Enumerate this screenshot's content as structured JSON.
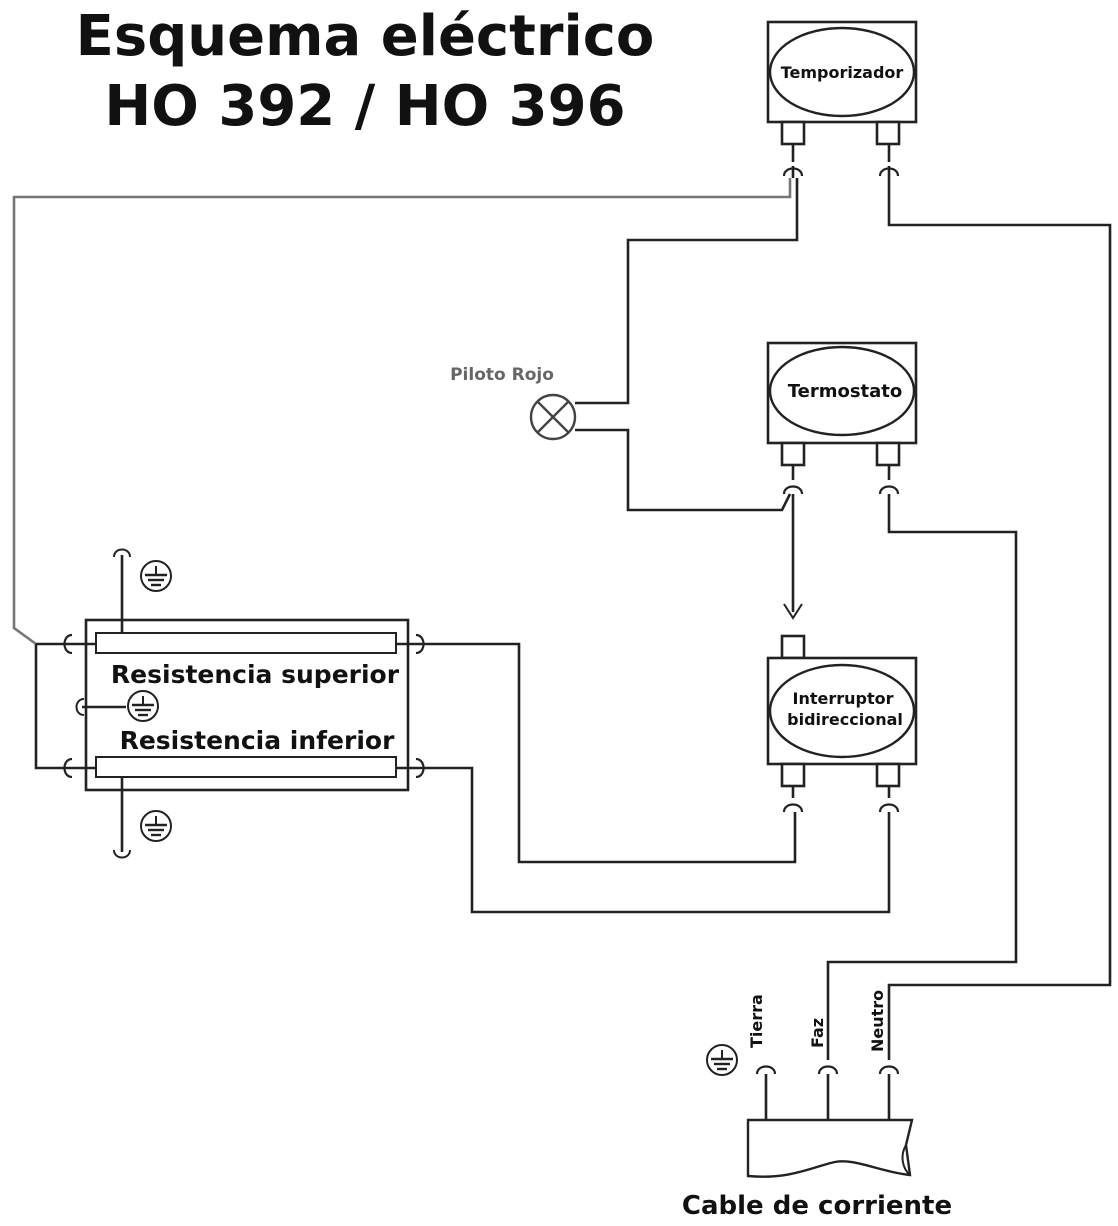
{
  "title": {
    "line1": "Esquema eléctrico",
    "line2": "HO 392 / HO 396"
  },
  "components": {
    "timer": "Temporizador",
    "thermostat": "Termostato",
    "switch_line1": "Interruptor",
    "switch_line2": "bidireccional",
    "pilot": "Piloto Rojo",
    "upper_resistance": "Resistencia superior",
    "lower_resistance": "Resistencia inferior",
    "power_cable": "Cable de corriente"
  },
  "cable_terminals": {
    "earth": "Tierra",
    "phase": "Faz",
    "neutral": "Neutro"
  },
  "icons": [
    "earth-ground-icon",
    "lamp-cross-icon",
    "connector-icon"
  ]
}
